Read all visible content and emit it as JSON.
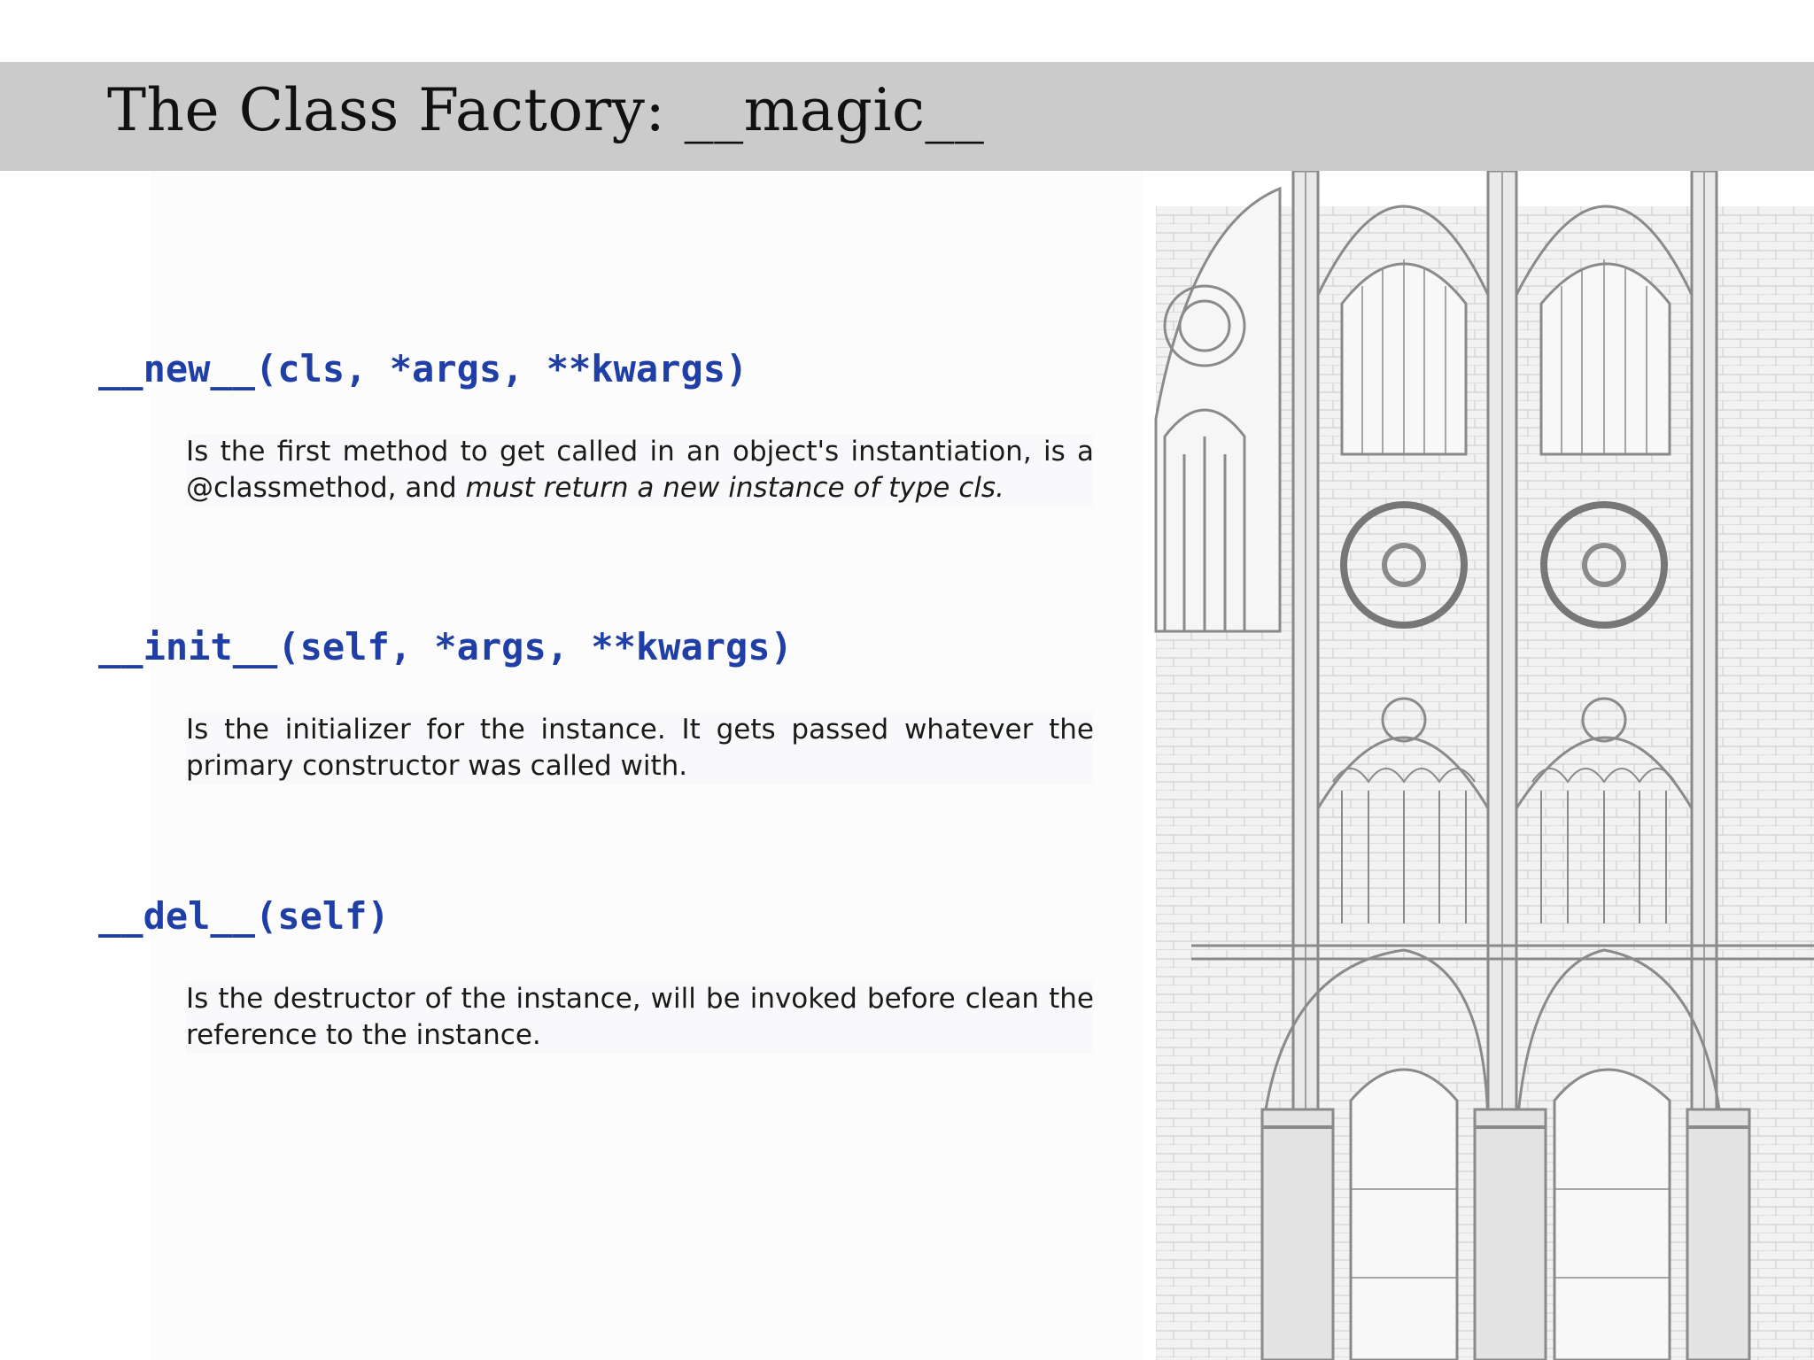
{
  "slide": {
    "title": "The Class Factory: __magic__"
  },
  "methods": [
    {
      "name": "__new__",
      "signature": "(cls, *args, **kwargs)",
      "description_plain": "Is the first method to get called in an object's instantiation, is a @classmethod, and ",
      "description_emphasis": "must return a new instance of type cls."
    },
    {
      "name": "__init__",
      "signature": "(self, *args, **kwargs)",
      "description_plain": "Is the initializer for the instance. It gets passed whatever the primary constructor was called with.",
      "description_emphasis": ""
    },
    {
      "name": "__del__",
      "signature": "(self)",
      "description_plain": "Is the destructor of the instance, will be invoked before clean the reference to the instance.",
      "description_emphasis": ""
    }
  ],
  "colors": {
    "title_bar": "#cbcbcb",
    "code": "#1f3fa6",
    "text": "#1a1a1a"
  },
  "illustration": {
    "icon": "gothic-cathedral-elevation-drawing"
  }
}
